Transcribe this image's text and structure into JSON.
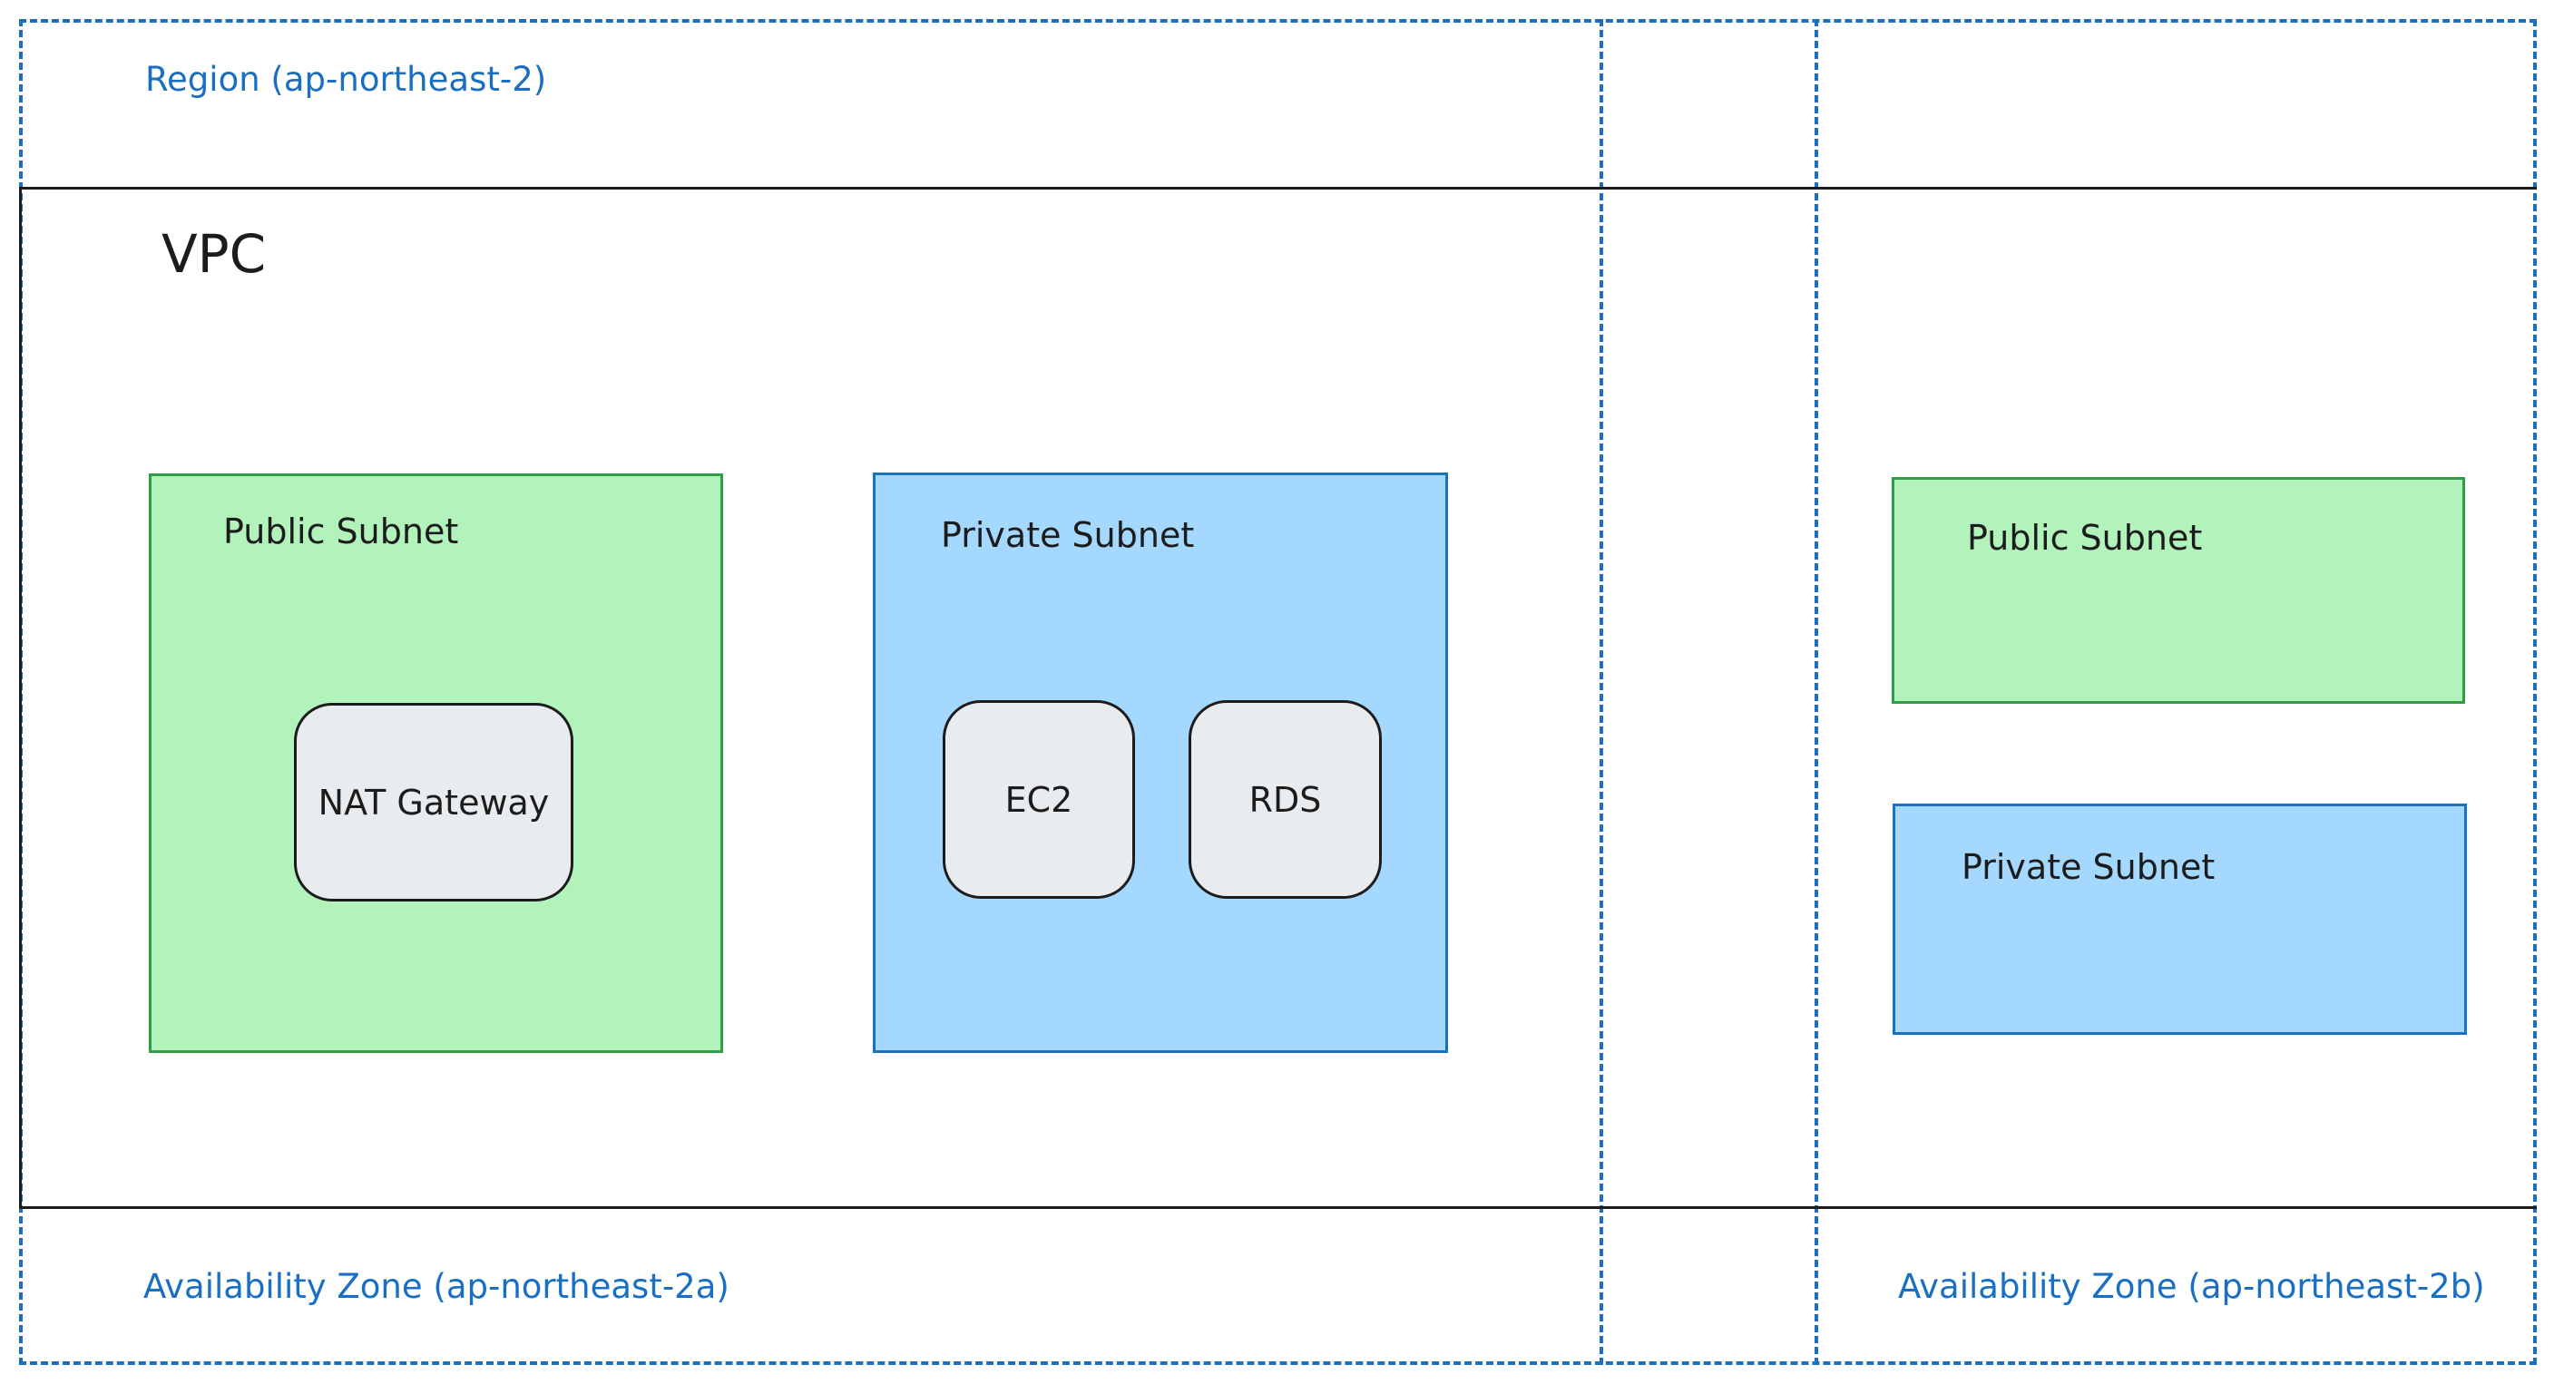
{
  "region": {
    "label": "Region (ap-northeast-2)"
  },
  "vpc": {
    "label": "VPC"
  },
  "availability_zones": [
    {
      "label": "Availability Zone (ap-northeast-2a)",
      "subnets": [
        {
          "type": "public",
          "label": "Public Subnet",
          "resources": [
            "NAT Gateway"
          ]
        },
        {
          "type": "private",
          "label": "Private Subnet",
          "resources": [
            "EC2",
            "RDS"
          ]
        }
      ]
    },
    {
      "label": "Availability Zone (ap-northeast-2b)",
      "subnets": [
        {
          "type": "public",
          "label": "Public Subnet",
          "resources": []
        },
        {
          "type": "private",
          "label": "Private Subnet",
          "resources": []
        }
      ]
    }
  ],
  "colors": {
    "region_border": "#1a6fc2",
    "vpc_border": "#1c1c1c",
    "public_fill": "#b2f2bb",
    "public_border": "#2f9e44",
    "private_fill": "#a5d8ff",
    "private_border": "#1971c2",
    "resource_fill": "#e9ecef"
  }
}
